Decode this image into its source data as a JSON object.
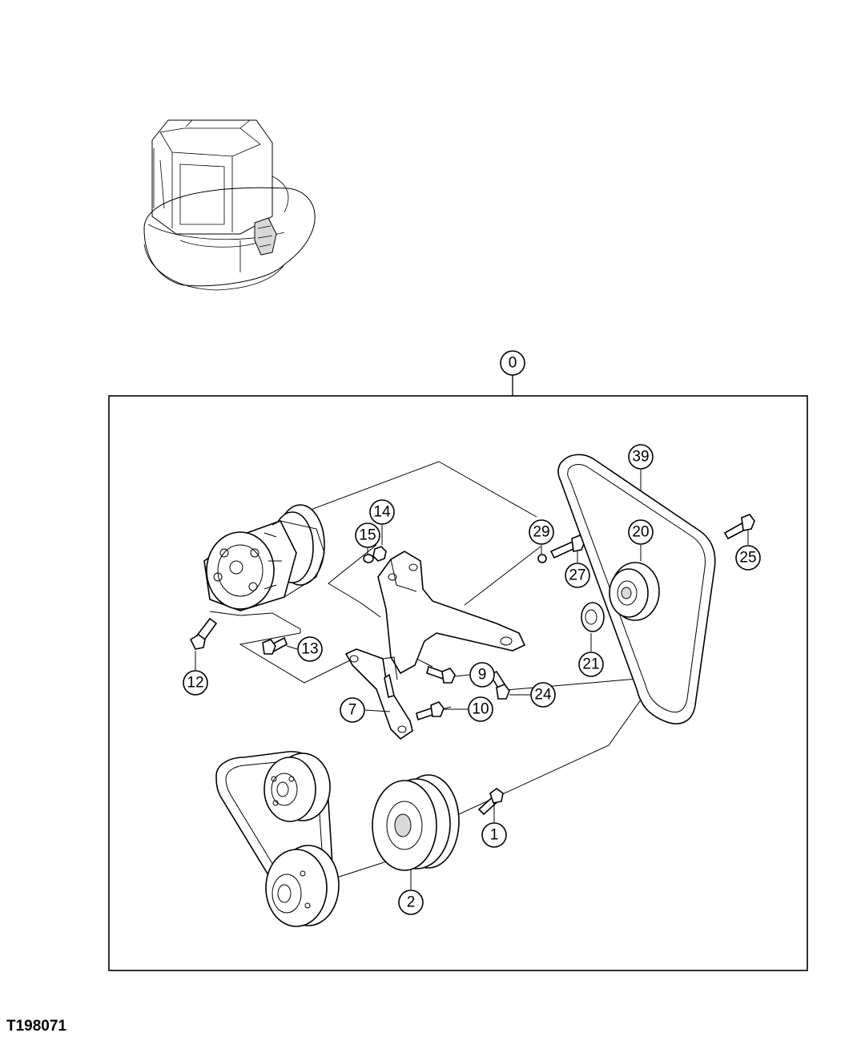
{
  "figure_id": "T198071",
  "callouts": [
    {
      "label": "0"
    },
    {
      "label": "39"
    },
    {
      "label": "14"
    },
    {
      "label": "15"
    },
    {
      "label": "29"
    },
    {
      "label": "20"
    },
    {
      "label": "25"
    },
    {
      "label": "27"
    },
    {
      "label": "13"
    },
    {
      "label": "12"
    },
    {
      "label": "21"
    },
    {
      "label": "9"
    },
    {
      "label": "24"
    },
    {
      "label": "7"
    },
    {
      "label": "10"
    },
    {
      "label": "1"
    },
    {
      "label": "2"
    }
  ]
}
